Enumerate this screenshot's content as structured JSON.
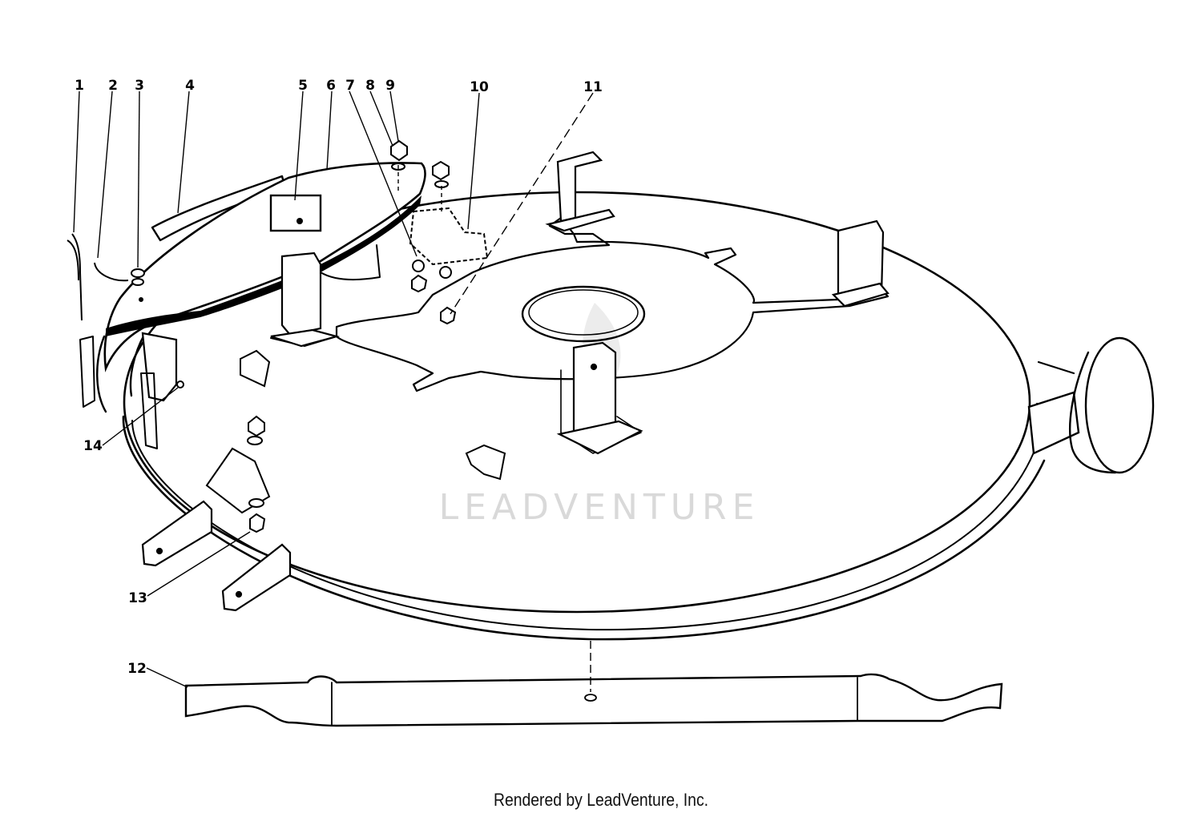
{
  "diagram": {
    "callouts": [
      "1",
      "2",
      "3",
      "4",
      "5",
      "6",
      "7",
      "8",
      "9",
      "10",
      "11",
      "12",
      "13",
      "14"
    ]
  },
  "watermark": "LEADVENTURE",
  "footer": "Rendered by LeadVenture, Inc."
}
